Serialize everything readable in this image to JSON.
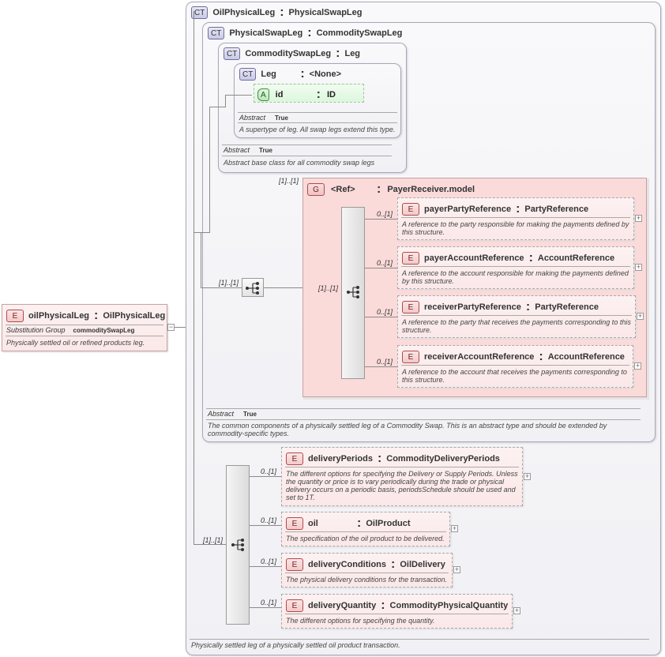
{
  "root_element": {
    "badge": "E",
    "name": "oilPhysicalLeg",
    "type": "OilPhysicalLeg",
    "props": [
      {
        "label": "Substitution Group",
        "value": "commoditySwapLeg"
      }
    ],
    "description": "Physically settled oil or refined products leg."
  },
  "outer_ct": {
    "badge": "CT",
    "name": "OilPhysicalLeg",
    "base": "PhysicalSwapLeg",
    "description": "Physically settled leg of a physically settled oil product transaction."
  },
  "physical_swap_leg": {
    "badge": "CT",
    "name": "PhysicalSwapLeg",
    "base": "CommoditySwapLeg",
    "abstract_label": "Abstract",
    "abstract_value": "True",
    "description": "The common components of a physically settled leg of a Commodity Swap. This is an abstract type and should be extended by commodity-specific types."
  },
  "commodity_swap_leg": {
    "badge": "CT",
    "name": "CommoditySwapLeg",
    "base": "Leg",
    "abstract_label": "Abstract",
    "abstract_value": "True",
    "description": "Abstract base class for all commodity swap legs"
  },
  "leg": {
    "badge": "CT",
    "name": "Leg",
    "base": "<None>",
    "attribute": {
      "badge": "A",
      "name": "id",
      "type": "ID"
    },
    "abstract_label": "Abstract",
    "abstract_value": "True",
    "description": "A supertype of leg. All swap legs extend this type."
  },
  "payer_receiver_group": {
    "badge": "G",
    "ref": "<Ref>",
    "name": "PayerReceiver.model",
    "cardinality": "[1]..[1]",
    "seq_cardinality": "[1]..[1]",
    "outer_seq_cardinality": "[1]..[1]",
    "elements": [
      {
        "badge": "E",
        "card": "0..[1]",
        "name": "payerPartyReference",
        "type": "PartyReference",
        "description": "A reference to the party responsible for making the payments defined by this structure."
      },
      {
        "badge": "E",
        "card": "0..[1]",
        "name": "payerAccountReference",
        "type": "AccountReference",
        "description": "A reference to the account responsible for making the payments defined by this structure."
      },
      {
        "badge": "E",
        "card": "0..[1]",
        "name": "receiverPartyReference",
        "type": "PartyReference",
        "description": "A reference to the party that receives the payments corresponding to this structure."
      },
      {
        "badge": "E",
        "card": "0..[1]",
        "name": "receiverAccountReference",
        "type": "AccountReference",
        "description": "A reference to the account that receives the payments corresponding to this structure."
      }
    ]
  },
  "oil_sequence": {
    "cardinality": "[1]..[1]",
    "elements": [
      {
        "badge": "E",
        "card": "0..[1]",
        "name": "deliveryPeriods",
        "type": "CommodityDeliveryPeriods",
        "description": "The different options for specifying the Delivery or Supply Periods. Unless the quantity or price is to vary periodically during the trade or physical delivery occurs on a periodic basis, periodsSchedule should be used and set to 1T."
      },
      {
        "badge": "E",
        "card": "0..[1]",
        "name": "oil",
        "type": "OilProduct",
        "description": "The specification of the oil product to be delivered."
      },
      {
        "badge": "E",
        "card": "0..[1]",
        "name": "deliveryConditions",
        "type": "OilDelivery",
        "description": "The physical delivery conditions for the transaction."
      },
      {
        "badge": "E",
        "card": "0..[1]",
        "name": "deliveryQuantity",
        "type": "CommodityPhysicalQuantity",
        "description": "The different options for specifying the quantity."
      }
    ]
  },
  "colors": {
    "element_fill": "#fbe8e8",
    "group_fill": "#fbdada",
    "attribute_fill": "#e6fbe6",
    "ct_fill": "#f4f4f8"
  },
  "icons": {
    "collapse": "minus-icon",
    "expand": "plus-icon",
    "sequence": "sequence-icon"
  }
}
